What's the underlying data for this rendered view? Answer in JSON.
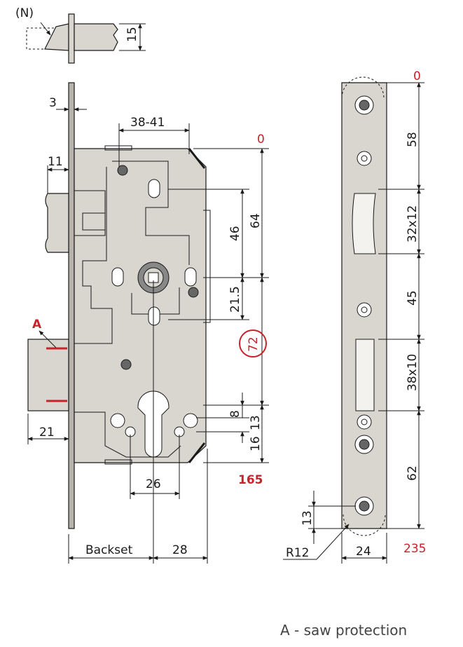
{
  "labels": {
    "n": "(N)",
    "a": "A",
    "caption": "A - saw protection",
    "backset": "Backset",
    "r12": "R12"
  },
  "dims": {
    "d15": "15",
    "d3": "3",
    "d38_41": "38-41",
    "d11": "11",
    "d0_left": "0",
    "d64": "64",
    "d46": "46",
    "d21_5": "21.5",
    "d72": "72",
    "d8": "8",
    "d13_left": "13",
    "d16": "16",
    "d165": "165",
    "d21": "21",
    "d26": "26",
    "d28": "28",
    "d0_right": "0",
    "d58": "58",
    "d32x12": "32x12",
    "d45": "45",
    "d38x10": "38x10",
    "d62": "62",
    "d13_right": "13",
    "d24": "24",
    "d235": "235"
  },
  "colors": {
    "accent": "#c8232c",
    "part": "#d9d6cf",
    "line": "#1a1a1a"
  }
}
